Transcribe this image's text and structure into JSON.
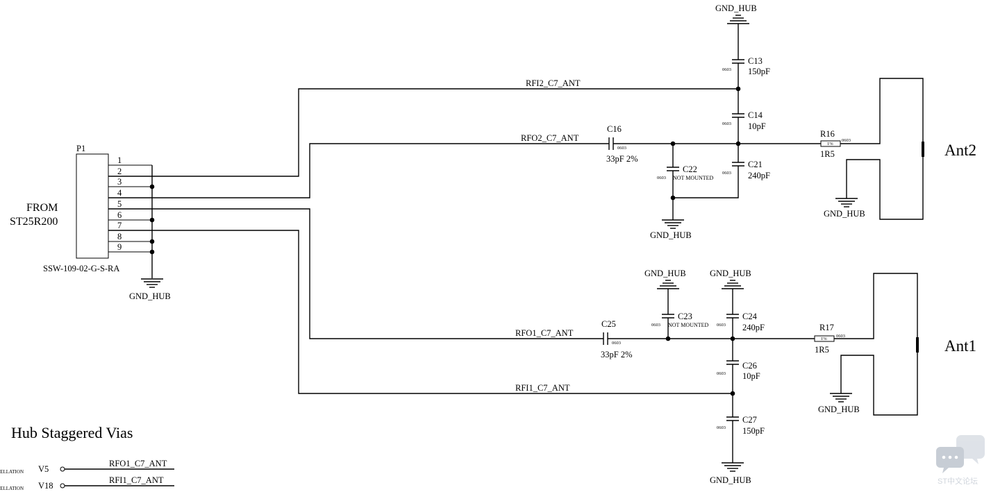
{
  "title": "Hub Staggered Vias",
  "connector": {
    "ref": "P1",
    "part": "SSW-109-02-G-S-RA",
    "from_line1": "FROM",
    "from_line2": "ST25R200",
    "pins": [
      "1",
      "2",
      "3",
      "4",
      "5",
      "6",
      "7",
      "8",
      "9"
    ]
  },
  "gnd_label": "GND_HUB",
  "nets": {
    "rfi2": "RFI2_C7_ANT",
    "rfo2": "RFO2_C7_ANT",
    "rfo1": "RFO1_C7_ANT",
    "rfi1": "RFI1_C7_ANT"
  },
  "components": {
    "C13": {
      "ref": "C13",
      "value": "150pF",
      "pkg": "0603"
    },
    "C14": {
      "ref": "C14",
      "value": "10pF",
      "pkg": "0603"
    },
    "C16": {
      "ref": "C16",
      "value": "33pF 2%",
      "pkg": "0603"
    },
    "C21": {
      "ref": "C21",
      "value": "240pF",
      "pkg": "0603"
    },
    "C22": {
      "ref": "C22",
      "value": "NOT MOUNTED",
      "pkg": "0603"
    },
    "C23": {
      "ref": "C23",
      "value": "NOT MOUNTED",
      "pkg": "0603"
    },
    "C24": {
      "ref": "C24",
      "value": "240pF",
      "pkg": "0603"
    },
    "C25": {
      "ref": "C25",
      "value": "33pF 2%",
      "pkg": "0603"
    },
    "C26": {
      "ref": "C26",
      "value": "10pF",
      "pkg": "0603"
    },
    "C27": {
      "ref": "C27",
      "value": "150pF",
      "pkg": "0603"
    },
    "R16": {
      "ref": "R16",
      "value": "1R5",
      "pkg": "0603",
      "tol": "1%"
    },
    "R17": {
      "ref": "R17",
      "value": "1R5",
      "pkg": "0603",
      "tol": "1%"
    }
  },
  "antennas": {
    "ant2": "Ant2",
    "ant1": "Ant1"
  },
  "vias": [
    {
      "prefix": "STELLATION",
      "ref": "V5",
      "net": "RFO1_C7_ANT"
    },
    {
      "prefix": "STELLATION",
      "ref": "V18",
      "net": "RFI1_C7_ANT"
    }
  ],
  "watermark": "ST中文论坛"
}
